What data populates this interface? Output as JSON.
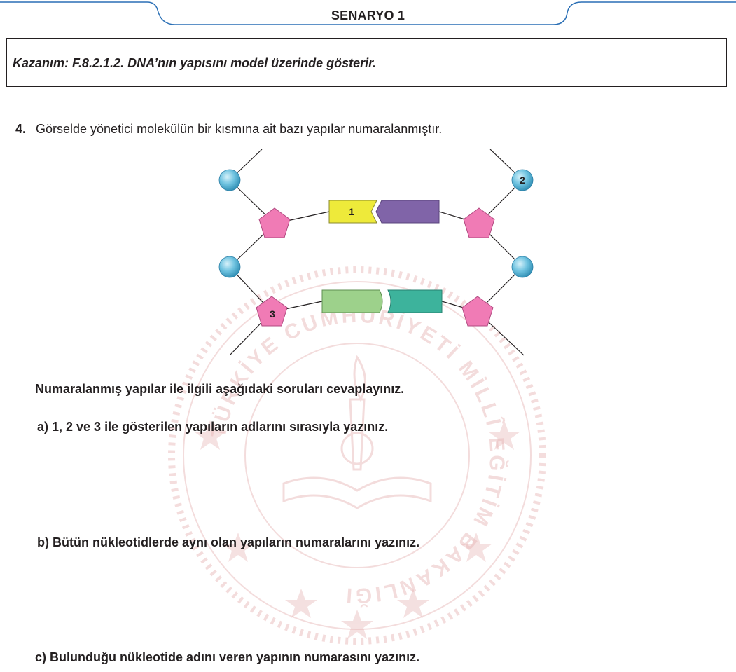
{
  "header": {
    "title": "SENARYO 1"
  },
  "objective": {
    "text": "Kazanım: F.8.2.1.2. DNA’nın yapısını model üzerinde gösterir."
  },
  "question": {
    "number": "4.",
    "stem": "Görselde yönetici molekülün bir kısmına ait bazı yapılar numaralanmıştır.",
    "instruction": "Numaralanmış yapılar ile ilgili aşağıdaki soruları cevaplayınız.",
    "parts": [
      {
        "text": "a) 1, 2 ve 3 ile gösterilen yapıların adlarını sırasıyla yazınız."
      },
      {
        "text": "b) Bütün nükleotidlerde aynı olan yapıların numaralarını yazınız."
      },
      {
        "text": "c) Bulunduğu nükleotide adını veren yapının numarasını yazınız."
      }
    ]
  },
  "diagram": {
    "labels": {
      "base": "1",
      "phosphate": "2",
      "sugar": "3"
    },
    "colors": {
      "phosphate": "#6fc3e0",
      "sugar": "#f07bb5",
      "base_yellow": "#eeea3a",
      "base_purple": "#8064a8",
      "base_lightgreen": "#9dd18b",
      "base_teal": "#3db39c"
    }
  },
  "watermark": {
    "text": "TÜRKİYE CUMHURİYETİ MİLLÎ EĞİTİM BAKANLIĞI",
    "color": "#e6b3b3"
  }
}
